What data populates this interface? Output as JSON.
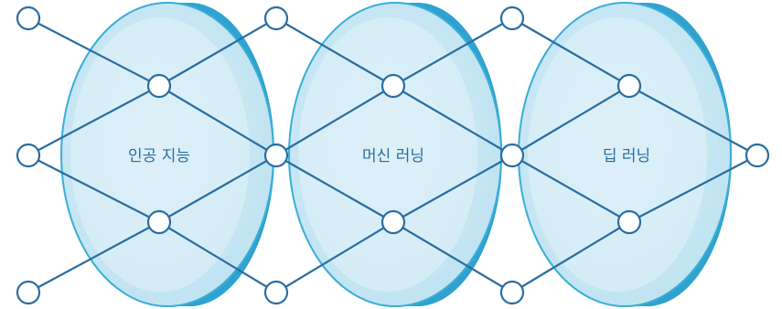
{
  "diagram": {
    "lenses": [
      {
        "label": "인공 지능"
      },
      {
        "label": "머신 러닝"
      },
      {
        "label": "딥 러닝"
      }
    ],
    "colors": {
      "line": "#2a6da1",
      "lens_face": "#cfe9f4",
      "lens_rim": "#3aaed8",
      "lens_rim_dark": "#1f8fc0",
      "node_fill": "#ffffff"
    }
  }
}
